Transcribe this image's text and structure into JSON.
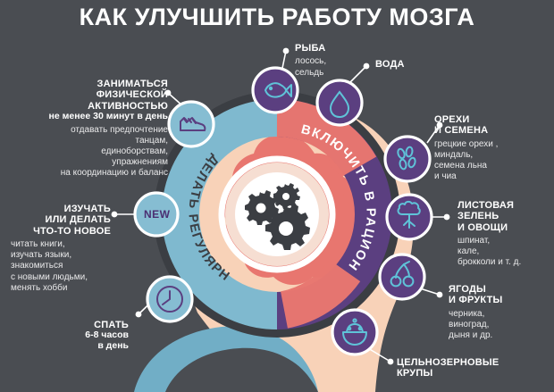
{
  "page": {
    "title": "КАК УЛУЧШИТЬ РАБОТУ МОЗГА",
    "background_color": "#4a4d52"
  },
  "colors": {
    "background": "#4a4d52",
    "ring_left": "#7fb9cf",
    "ring_right": "#5b3f80",
    "brain": "#e8766f",
    "skin": "#f8d2b8",
    "badge_blue": "#86bdd2",
    "badge_purple": "#6b4f91",
    "icon_teal": "#5fc3d8",
    "icon_purple": "#5b3f80",
    "gear_dark": "#3b3e43",
    "text_white": "#ffffff"
  },
  "center": {
    "arc_left_text": "ДЕЛАТЬ РЕГУЛЯРНО",
    "arc_right_text": "ВКЛЮЧИТЬ В РАЦИОН",
    "hub_icon": "gears-icon"
  },
  "new_badge": {
    "label": "NEW",
    "icon": "new-badge-circle"
  },
  "left_items": [
    {
      "id": "physical-activity",
      "icon": "sneaker-icon",
      "head": "ЗАНИМАТЬСЯ\nФИЗИЧЕСКОЙ\nАКТИВНОСТЬЮ",
      "head_lines": [
        "ЗАНИМАТЬСЯ",
        "ФИЗИЧЕСКОЙ",
        "АКТИВНОСТЬЮ"
      ],
      "sub": "не менее 30 минут в день",
      "detail_lines": [
        "отдавать предпочтение",
        "танцам,",
        "единоборствам,",
        "упражнениям",
        "на координацию и баланс"
      ]
    },
    {
      "id": "learn-new",
      "icon": "new-badge-circle",
      "head_lines": [
        "ИЗУЧАТЬ",
        "ИЛИ ДЕЛАТЬ",
        "ЧТО-ТО НОВОЕ"
      ],
      "sub": "",
      "detail_lines": [
        "читать книги,",
        "изучать языки,",
        "знакомиться",
        "с новыми  людьми,",
        "менять хобби"
      ]
    },
    {
      "id": "sleep",
      "icon": "clock-icon",
      "head_lines": [
        "СПАТЬ"
      ],
      "sub_lines": [
        "6-8 часов",
        "в день"
      ],
      "detail_lines": []
    }
  ],
  "right_items": [
    {
      "id": "fish",
      "icon": "fish-icon",
      "head_lines": [
        "РЫБА"
      ],
      "detail_lines": [
        "лосось,",
        "сельдь"
      ]
    },
    {
      "id": "water",
      "icon": "water-drop-icon",
      "head_lines": [
        "ВОДА"
      ],
      "detail_lines": []
    },
    {
      "id": "nuts-seeds",
      "icon": "nuts-seeds-icon",
      "head_lines": [
        "ОРЕХИ",
        "И СЕМЕНА"
      ],
      "detail_lines": [
        "грецкие орехи ,",
        "миндаль,",
        "семена льна",
        "и чиа"
      ]
    },
    {
      "id": "leafy-greens",
      "icon": "broccoli-icon",
      "head_lines": [
        "ЛИСТОВАЯ",
        "ЗЕЛЕНЬ",
        "И ОВОЩИ"
      ],
      "detail_lines": [
        "шпинат,",
        "кале,",
        "брокколи и т. д."
      ]
    },
    {
      "id": "berries-fruits",
      "icon": "cherries-icon",
      "head_lines": [
        "ЯГОДЫ",
        "И ФРУКТЫ"
      ],
      "detail_lines": [
        "черника,",
        "виноград,",
        "дыня и др."
      ]
    },
    {
      "id": "whole-grains",
      "icon": "grain-bowl-icon",
      "head_lines": [
        "ЦЕЛЬНОЗЕРНОВЫЕ",
        "КРУПЫ"
      ],
      "detail_lines": []
    }
  ]
}
